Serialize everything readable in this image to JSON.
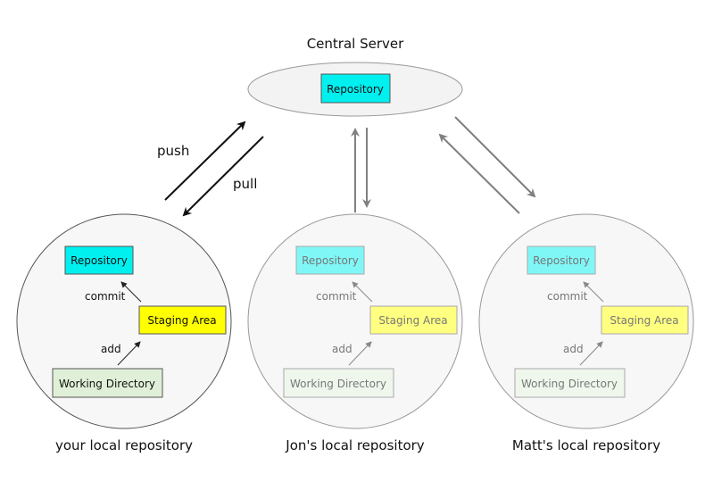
{
  "server": {
    "title": "Central Server",
    "repo_label": "Repository"
  },
  "sync": {
    "push_label": "push",
    "pull_label": "pull"
  },
  "locals": [
    {
      "id": "your",
      "caption": "your local repository",
      "repo_label": "Repository",
      "staging_label": "Staging Area",
      "working_label": "Working Directory",
      "commit_label": "commit",
      "add_label": "add",
      "faded": false
    },
    {
      "id": "jon",
      "caption": "Jon's local repository",
      "repo_label": "Repository",
      "staging_label": "Staging Area",
      "working_label": "Working Directory",
      "commit_label": "commit",
      "add_label": "add",
      "faded": true
    },
    {
      "id": "matt",
      "caption": "Matt's local repository",
      "repo_label": "Repository",
      "staging_label": "Staging Area",
      "working_label": "Working Directory",
      "commit_label": "commit",
      "add_label": "add",
      "faded": true
    }
  ],
  "colors": {
    "repository": "#00f0f0",
    "repository_faded": "#80f7f7",
    "staging": "#ffff00",
    "staging_faded": "#ffff80",
    "working": "#e0f0d8",
    "working_faded": "#eff7ec",
    "circle_fill": "#f7f7f7",
    "circle_stroke": "#555555",
    "arrow_dark": "#111111",
    "arrow_grey": "#808080"
  }
}
